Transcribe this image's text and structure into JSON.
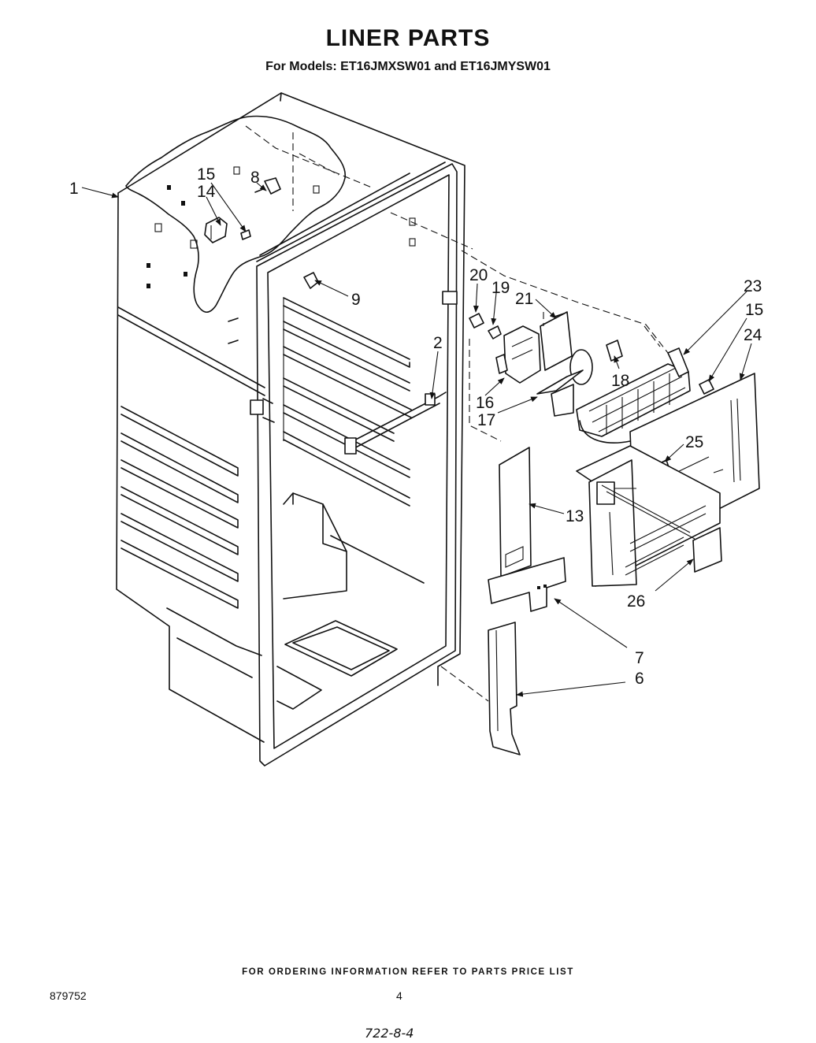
{
  "header": {
    "title": "LINER PARTS",
    "subtitle": "For Models: ET16JMXSW01 and ET16JMYSW01"
  },
  "footer": {
    "ordering_note": "FOR ORDERING INFORMATION REFER TO PARTS PRICE LIST",
    "doc_number": "879752",
    "page_number": "4",
    "handwritten_code": "722-8-4"
  },
  "callouts": {
    "c1": "1",
    "c2": "2",
    "c6": "6",
    "c7": "7",
    "c8": "8",
    "c9": "9",
    "c13": "13",
    "c14": "14",
    "c15a": "15",
    "c15b": "15",
    "c16": "16",
    "c17": "17",
    "c18": "18",
    "c19": "19",
    "c20": "20",
    "c21": "21",
    "c23": "23",
    "c24": "24",
    "c25": "25",
    "c26": "26"
  }
}
